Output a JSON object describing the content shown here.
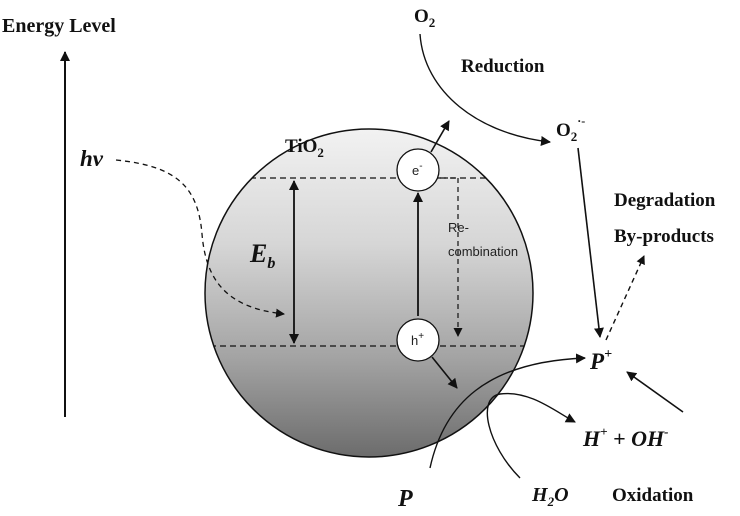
{
  "labels": {
    "energy_level": "Energy Level",
    "hv": "hv",
    "tio2_base": "TiO",
    "tio2_sub": "2",
    "eb_base": "E",
    "eb_sub": "b",
    "electron": "e",
    "electron_sup": "-",
    "hole": "h",
    "hole_sup": "+",
    "recomb_line1": "Re-",
    "recomb_line2": "combination",
    "o2_base": "O",
    "o2_sub": "2",
    "reduction": "Reduction",
    "o2rad_base": "O",
    "o2rad_sub": "2",
    "o2rad_sup": "·-",
    "degradation": "Degradation",
    "byproducts": "By-products",
    "pplus_base": "P",
    "pplus_sup": "+",
    "hoh_h": "H",
    "hoh_hsup": "+",
    "hoh_mid": " + OH",
    "hoh_sup": "-",
    "p": "P",
    "h2o_h": "H",
    "h2o_sub": "2",
    "h2o_o": "O",
    "oxidation": "Oxidation"
  },
  "colors": {
    "sphere_top": "#f4f4f4",
    "sphere_bottom": "#6e6e6e",
    "line": "#111111"
  }
}
